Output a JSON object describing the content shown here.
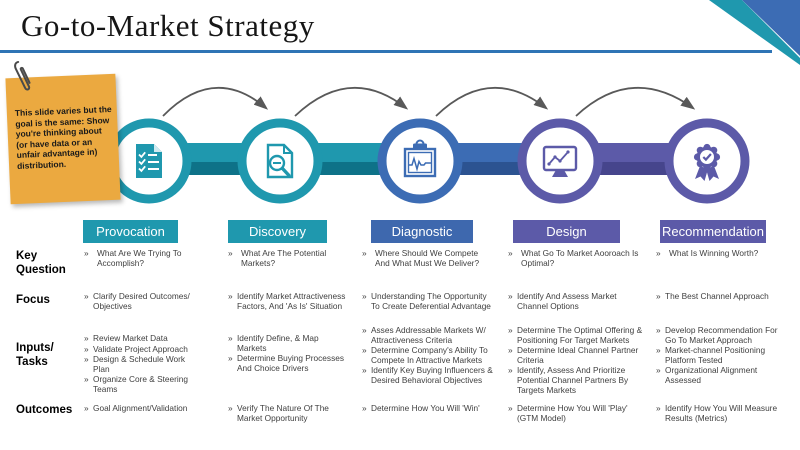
{
  "slide": {
    "title": "Go-to-Market Strategy"
  },
  "sticky_note": {
    "text": "This slide varies but the goal is the same: Show you're thinking about (or have data or an unfair advantage in) distribution."
  },
  "table": {
    "bullet_char": "»",
    "row_labels": [
      "Key Question",
      "Focus",
      "Inputs/ Tasks",
      "Outcomes"
    ]
  },
  "colors": {
    "teal": "#1f98ae",
    "teal_dark": "#0e7288",
    "blue": "#3c6cb4",
    "blue_dark": "#2c5391",
    "purple": "#5c5aa8",
    "purple_dark": "#46458c",
    "header_blue": "#3e68ae",
    "title_rule": "#2e74b5",
    "arrow": "#595959",
    "note": "#eba940"
  },
  "stages": [
    {
      "label": "Provocation",
      "icon": "checklist-document-icon",
      "key_question": [
        "What Are We Trying To Accomplish?"
      ],
      "focus": [
        "Clarify Desired Outcomes/ Objectives"
      ],
      "inputs_tasks": [
        "Review Market Data",
        "Validate Project Approach",
        "Design & Schedule Work Plan",
        "Organize Core & Steering Teams"
      ],
      "outcomes": [
        "Goal Alignment/Validation"
      ]
    },
    {
      "label": "Discovery",
      "icon": "document-search-icon",
      "key_question": [
        "What Are The Potential Markets?"
      ],
      "focus": [
        "Identify Market Attractiveness Factors, And 'As Is' Situation"
      ],
      "inputs_tasks": [
        "Identify Define, & Map Markets",
        "Determine Buying Processes And Choice Drivers"
      ],
      "outcomes": [
        "Verify The Nature Of The Market Opportunity"
      ]
    },
    {
      "label": "Diagnostic",
      "icon": "clipboard-pulse-icon",
      "key_question": [
        "Where Should We Compete And What Must We Deliver?"
      ],
      "focus": [
        "Understanding The Opportunity To Create Deferential Advantage"
      ],
      "inputs_tasks": [
        "Asses Addressable Markets W/ Attractiveness Criteria",
        "Determine Company's Ability To Compete In Attractive Markets",
        "Identify Key Buying Influencers & Desired Behavioral Objectives"
      ],
      "outcomes": [
        "Determine How You Will 'Win'"
      ]
    },
    {
      "label": "Design",
      "icon": "monitor-chart-icon",
      "key_question": [
        "What Go To Market Aooroach Is Optimal?"
      ],
      "focus": [
        "Identify And Assess Market Channel Options"
      ],
      "inputs_tasks": [
        "Determine The Optimal Offering & Positioning For Target Markets",
        "Determine Ideal Channel Partner Criteria",
        "Identify, Assess And Prioritize Potential Channel Partners By Targets Markets"
      ],
      "outcomes": [
        "Determine How You Will 'Play' (GTM Model)"
      ]
    },
    {
      "label": "Recommendation",
      "icon": "award-ribbon-icon",
      "key_question": [
        "What Is Winning Worth?"
      ],
      "focus": [
        "The Best Channel Approach"
      ],
      "inputs_tasks": [
        "Develop Recommendation For Go To Market Approach",
        "Market-channel Positioning Platform Tested",
        "Organizational Alignment Assessed"
      ],
      "outcomes": [
        "Identify How You Will Measure Results (Metrics)"
      ]
    }
  ]
}
